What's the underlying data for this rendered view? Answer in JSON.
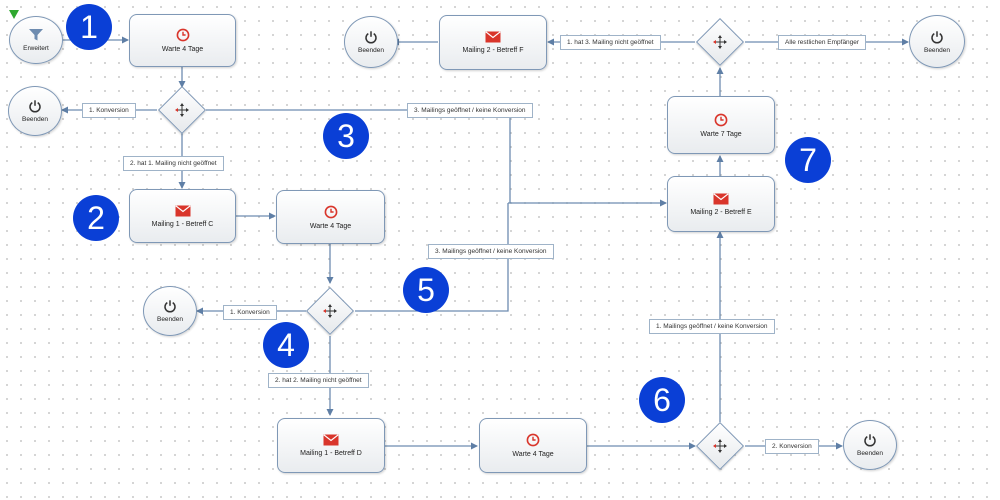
{
  "nodes": {
    "start": {
      "label": "Erweitert",
      "icon": "filter-icon"
    },
    "wait_1": {
      "label": "Warte 4 Tage",
      "icon": "clock-icon"
    },
    "end_1": {
      "label": "Beenden",
      "icon": "power-icon"
    },
    "mailing_c": {
      "label": "Mailing 1 - Betreff C",
      "icon": "envelope-icon"
    },
    "wait_2": {
      "label": "Warte 4 Tage",
      "icon": "clock-icon"
    },
    "end_2": {
      "label": "Beenden",
      "icon": "power-icon"
    },
    "mailing_d": {
      "label": "Mailing 1 - Betreff D",
      "icon": "envelope-icon"
    },
    "wait_3": {
      "label": "Warte 4 Tage",
      "icon": "clock-icon"
    },
    "end_3": {
      "label": "Beenden",
      "icon": "power-icon"
    },
    "mailing_e": {
      "label": "Mailing 2 - Betreff E",
      "icon": "envelope-icon"
    },
    "wait_4": {
      "label": "Warte 7 Tage",
      "icon": "clock-icon"
    },
    "mailing_f": {
      "label": "Mailing 2 - Betreff F",
      "icon": "envelope-icon"
    },
    "end_4": {
      "label": "Beenden",
      "icon": "power-icon"
    },
    "end_5": {
      "label": "Beenden",
      "icon": "power-icon"
    }
  },
  "edge_labels": {
    "d1_conversion": "1. Konversion",
    "d1_not_opened": "2. hat 1. Mailing nicht geöffnet",
    "d1_opened": "3. Mailings geöffnet / keine Konversion",
    "d2_conversion": "1. Konversion",
    "d2_not_opened": "2. hat 2. Mailing nicht geöffnet",
    "d2_opened": "3. Mailings geöffnet / keine Konversion",
    "d3_opened": "1. Mailings geöffnet / keine Konversion",
    "d3_conversion": "2. Konversion",
    "d4_not_opened": "1. hat 3. Mailing nicht geöffnet",
    "d4_rest": "Alle restlichen Empfänger"
  },
  "badges": [
    "1",
    "2",
    "3",
    "4",
    "5",
    "6",
    "7"
  ],
  "colors": {
    "connector": "#6e8cb0",
    "node_border": "#7f98b6",
    "badge": "#0a3fd6",
    "clock": "#d9352b",
    "envelope": "#d9352b",
    "filter": "#6e8cb0",
    "start_marker": "#2fa82f"
  }
}
